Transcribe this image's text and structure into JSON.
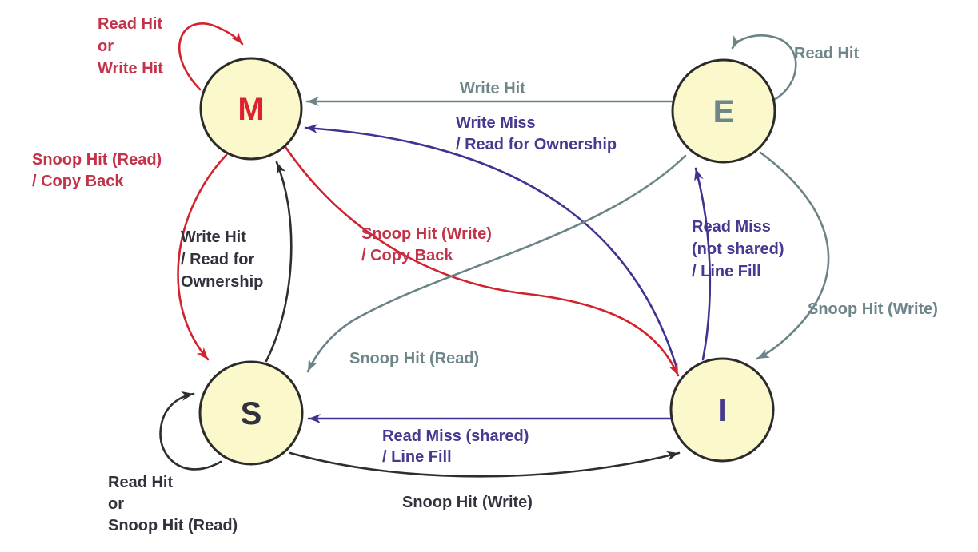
{
  "diagram_title": "MESI cache coherence protocol state diagram",
  "colors": {
    "node_fill": "#FBF8CB",
    "node_border": "#2B2B2B",
    "node_m_letter": "#DC2130",
    "red_line": "#D2222E",
    "red_text": "#C23249",
    "purple_line": "#3E3390",
    "purple_text": "#46398F",
    "gray_line": "#6B8487",
    "gray_text": "#6E8689",
    "black_line": "#2E2E2E",
    "black_text": "#32323E"
  },
  "nodes": {
    "modified": {
      "label": "M"
    },
    "exclusive": {
      "label": "E"
    },
    "shared": {
      "label": "S"
    },
    "invalid": {
      "label": "I"
    }
  },
  "edges": {
    "m_self": {
      "from": "M",
      "to": "M",
      "lines": [
        "Read Hit",
        "or",
        "Write Hit"
      ]
    },
    "e_self": {
      "from": "E",
      "to": "E",
      "lines": [
        "Read Hit"
      ]
    },
    "e_to_m": {
      "from": "E",
      "to": "M",
      "lines": [
        "Write Hit"
      ]
    },
    "i_to_m": {
      "from": "I",
      "to": "M",
      "lines": [
        "Write Miss",
        "/ Read for Ownership"
      ]
    },
    "m_to_s": {
      "from": "M",
      "to": "S",
      "lines": [
        "Snoop Hit (Read)",
        "/ Copy Back"
      ]
    },
    "s_to_m": {
      "from": "S",
      "to": "M",
      "lines": [
        "Write Hit",
        "/ Read for",
        "Ownership"
      ]
    },
    "m_to_i": {
      "from": "M",
      "to": "I",
      "lines": [
        "Snoop Hit (Write)",
        "/ Copy Back"
      ]
    },
    "i_to_e": {
      "from": "I",
      "to": "E",
      "lines": [
        "Read Miss",
        "(not shared)",
        "/ Line Fill"
      ]
    },
    "e_to_i": {
      "from": "E",
      "to": "I",
      "lines": [
        "Snoop Hit (Write)"
      ]
    },
    "e_to_s": {
      "from": "E",
      "to": "S",
      "lines": [
        "Snoop Hit (Read)"
      ]
    },
    "i_to_s": {
      "from": "I",
      "to": "S",
      "lines": [
        "Read Miss (shared)",
        "/ Line Fill"
      ]
    },
    "s_to_i": {
      "from": "S",
      "to": "I",
      "lines": [
        "Snoop Hit (Write)"
      ]
    },
    "s_self": {
      "from": "S",
      "to": "S",
      "lines": [
        "Read Hit",
        "or",
        "Snoop Hit (Read)"
      ]
    }
  }
}
